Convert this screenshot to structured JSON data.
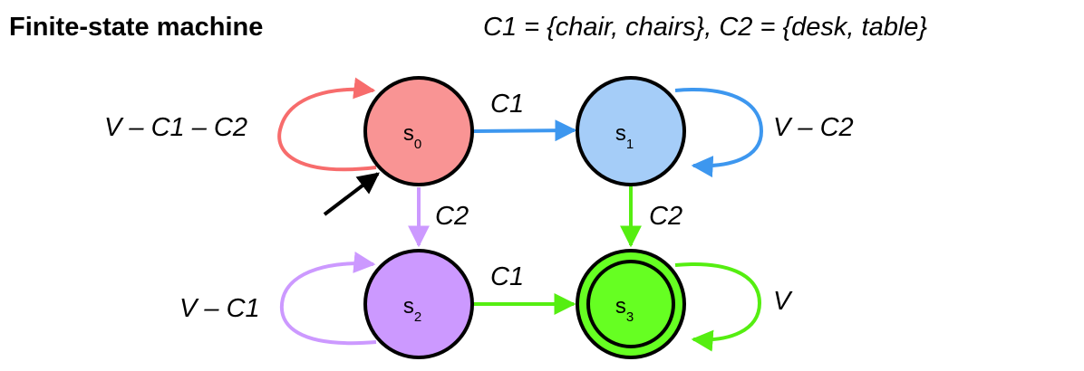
{
  "title": "Finite-state machine",
  "sets": "C1 = {chair, chairs}, C2 = {desk, table}",
  "states": [
    {
      "name": "s",
      "index": "0",
      "color": "#f99494",
      "accepting": false,
      "start": true
    },
    {
      "name": "s",
      "index": "1",
      "color": "#a5cdf8",
      "accepting": false,
      "start": false
    },
    {
      "name": "s",
      "index": "2",
      "color": "#cc99ff",
      "accepting": false,
      "start": false
    },
    {
      "name": "s",
      "index": "3",
      "color": "#66ff22",
      "accepting": true,
      "start": false
    }
  ],
  "transitions": [
    {
      "from": "s0",
      "to": "s0",
      "label": "V – C1 – C2",
      "color": "#f76c6c"
    },
    {
      "from": "s0",
      "to": "s1",
      "label": "C1",
      "color": "#3d97ef"
    },
    {
      "from": "s0",
      "to": "s2",
      "label": "C2",
      "color": "#cc99ff"
    },
    {
      "from": "s1",
      "to": "s1",
      "label": "V – C2",
      "color": "#3d97ef"
    },
    {
      "from": "s1",
      "to": "s3",
      "label": "C2",
      "color": "#55ee11"
    },
    {
      "from": "s2",
      "to": "s2",
      "label": "V – C1",
      "color": "#cc99ff"
    },
    {
      "from": "s2",
      "to": "s3",
      "label": "C1",
      "color": "#55ee11"
    },
    {
      "from": "s3",
      "to": "s3",
      "label": "V",
      "color": "#55ee11"
    }
  ]
}
